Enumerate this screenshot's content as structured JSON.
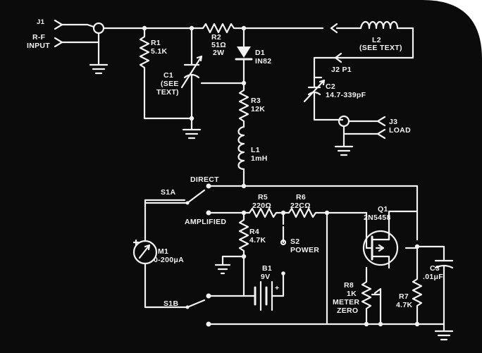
{
  "colors": {
    "background": "#0b0b0b",
    "page": "#ffffff",
    "ink": "#f2f2f2"
  },
  "labels": {
    "rf_input": [
      "R-F",
      "INPUT"
    ],
    "j1": "J1",
    "r1": [
      "R1",
      "5.1K"
    ],
    "r2": [
      "R2",
      "51Ω",
      "2W"
    ],
    "d1": [
      "D1",
      "IN82"
    ],
    "c1": [
      "C1",
      "(SEE",
      "TEXT)"
    ],
    "r3": [
      "R3",
      "12K"
    ],
    "l1": [
      "L1",
      "1mH"
    ],
    "l2": [
      "L2",
      "(SEE TEXT)"
    ],
    "j2": "J2 P1",
    "c2": [
      "C2",
      "14.7-339pF"
    ],
    "j3": [
      "J3",
      "LOAD"
    ],
    "direct": "DIRECT",
    "s1a": "S1A",
    "s1b": "S1B",
    "amplified": "AMPLIFIED",
    "r5": [
      "R5",
      "220Ω"
    ],
    "r6": [
      "R6",
      "22CΩ"
    ],
    "r4": [
      "R4",
      "4.7K"
    ],
    "s2": [
      "S2",
      "POWER"
    ],
    "m1": [
      "M1",
      "0-200μA"
    ],
    "b1": [
      "B1",
      "9V"
    ],
    "b1_plus": "+",
    "q1": [
      "Q1",
      "2N5458"
    ],
    "c3": [
      "C3",
      ".01μF"
    ],
    "r8": [
      "R8",
      "1K",
      "METER",
      "ZERO"
    ],
    "r7": [
      "R7",
      "4.7K"
    ]
  }
}
